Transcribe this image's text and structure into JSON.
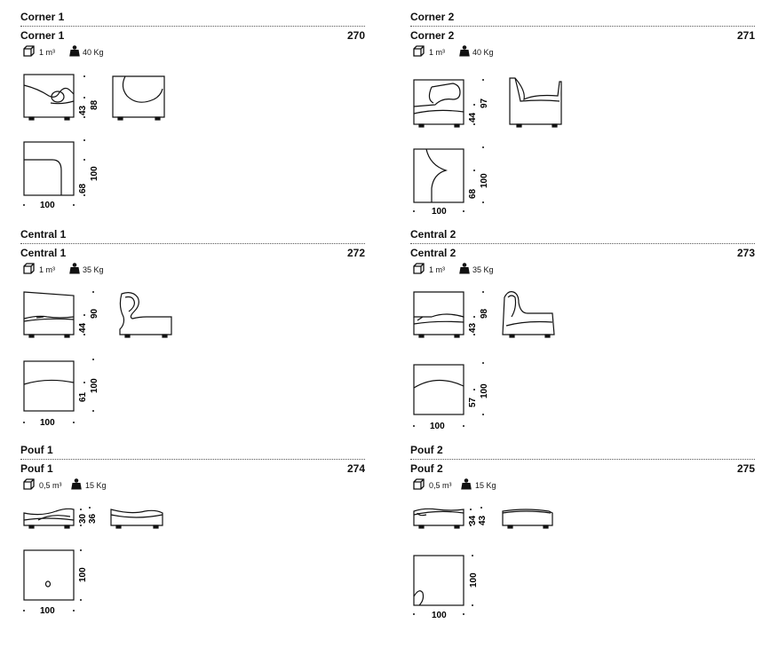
{
  "products": [
    {
      "section": "Corner 1",
      "name": "Corner 1",
      "code": "270",
      "volume": "1 m³",
      "weight": "40 Kg",
      "dims": {
        "seat_h": "43",
        "total_h": "88",
        "depth": "68",
        "width_side": "100",
        "width": "100"
      }
    },
    {
      "section": "Corner 2",
      "name": "Corner 2",
      "code": "271",
      "volume": "1 m³",
      "weight": "40 Kg",
      "dims": {
        "seat_h": "44",
        "total_h": "97",
        "depth": "68",
        "width_side": "100",
        "width": "100"
      }
    },
    {
      "section": "Central 1",
      "name": "Central 1",
      "code": "272",
      "volume": "1 m³",
      "weight": "35 Kg",
      "dims": {
        "seat_h": "44",
        "total_h": "90",
        "depth": "61",
        "width_side": "100",
        "width": "100"
      }
    },
    {
      "section": "Central 2",
      "name": "Central 2",
      "code": "273",
      "volume": "1 m³",
      "weight": "35 Kg",
      "dims": {
        "seat_h": "43",
        "total_h": "98",
        "depth": "57",
        "width_side": "100",
        "width": "100"
      }
    },
    {
      "section": "Pouf 1",
      "name": "Pouf 1",
      "code": "274",
      "volume": "0,5 m³",
      "weight": "15 Kg",
      "dims": {
        "seat_h": "30",
        "total_h": "36",
        "width_side": "100",
        "width": "100"
      }
    },
    {
      "section": "Pouf 2",
      "name": "Pouf 2",
      "code": "275",
      "volume": "0,5 m³",
      "weight": "15 Kg",
      "dims": {
        "seat_h": "34",
        "total_h": "43",
        "width_side": "100",
        "width": "100"
      }
    }
  ],
  "icons": {
    "volume": "cube-icon",
    "weight": "weight-icon"
  }
}
